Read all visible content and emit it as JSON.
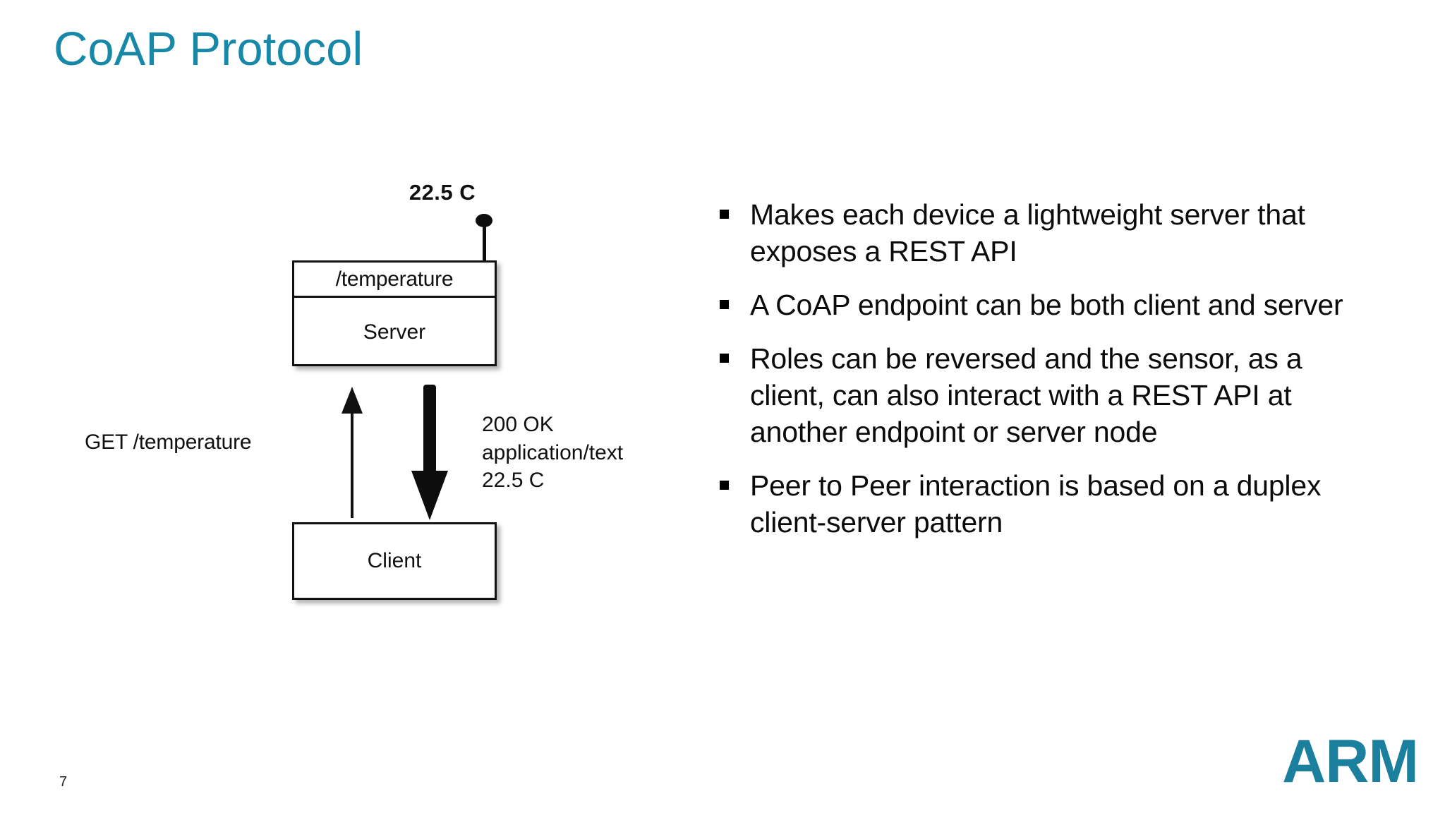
{
  "slide": {
    "title": "CoAP Protocol",
    "page_number": "7",
    "brand": "ARM",
    "title_color": "#1788a8",
    "brand_color": "#1b7f9e",
    "background_color": "#ffffff"
  },
  "diagram": {
    "title": "CoAP client-server REST interaction",
    "sensor_value": "22.5 C",
    "server": {
      "resource": "/temperature",
      "role": "Server"
    },
    "client": {
      "role": "Client"
    },
    "request": {
      "label": "GET /temperature",
      "direction": "up"
    },
    "response": {
      "status": "200 OK",
      "content_type": "application/text",
      "payload": "22.5  C",
      "direction": "down"
    }
  },
  "bullets": [
    {
      "text": "Makes each device a lightweight server that exposes a REST API"
    },
    {
      "text": "A CoAP endpoint can be both client and server"
    },
    {
      "text": "Roles can be reversed and the sensor, as a client, can also interact with a REST API at another endpoint or server node"
    },
    {
      "text": "Peer to Peer interaction is based on a duplex client-server pattern"
    }
  ]
}
